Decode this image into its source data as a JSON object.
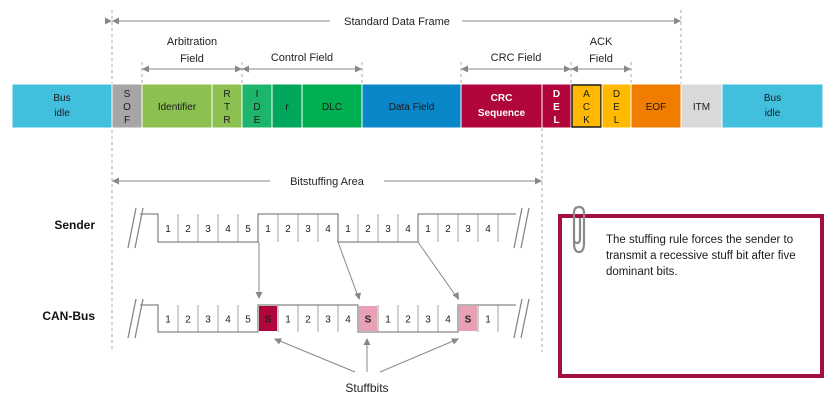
{
  "title": "Standard Data Frame",
  "brackets": {
    "arbitration": "Arbitration Field",
    "control": "Control Field",
    "crc": "CRC Field",
    "ack": "ACK Field",
    "bitstuffing": "Bitstuffing Area"
  },
  "segments": [
    {
      "key": "bus_idle_l",
      "label": "Bus idle",
      "color": "#42bfdd",
      "text_color": "#1a1a1a"
    },
    {
      "key": "sof",
      "label": "SOF",
      "color": "#a6a6a6",
      "text_color": "#1a1a1a"
    },
    {
      "key": "identifier",
      "label": "Identifier",
      "color": "#8cc152",
      "text_color": "#1a1a1a"
    },
    {
      "key": "rtr",
      "label": "RTR",
      "color": "#8cc152",
      "text_color": "#1a1a1a"
    },
    {
      "key": "ide",
      "label": "IDE",
      "color": "#1db46b",
      "text_color": "#1a1a1a"
    },
    {
      "key": "r",
      "label": "r",
      "color": "#00a65a",
      "text_color": "#1a1a1a"
    },
    {
      "key": "dlc",
      "label": "DLC",
      "color": "#00b050",
      "text_color": "#1a1a1a"
    },
    {
      "key": "data",
      "label": "Data Field",
      "color": "#0a87c9",
      "text_color": "#1a1a1a"
    },
    {
      "key": "crc_seq",
      "label": "CRC Sequence",
      "color": "#b0063b",
      "text_color": "#ffffff"
    },
    {
      "key": "crc_del",
      "label": "DEL",
      "color": "#b0063b",
      "text_color": "#ffffff"
    },
    {
      "key": "ack",
      "label": "ACK",
      "color": "#ffb900",
      "text_color": "#1a1a1a"
    },
    {
      "key": "ack_del",
      "label": "DEL",
      "color": "#ffb900",
      "text_color": "#1a1a1a"
    },
    {
      "key": "eof",
      "label": "EOF",
      "color": "#f07d00",
      "text_color": "#1a1a1a"
    },
    {
      "key": "itm",
      "label": "ITM",
      "color": "#d9d9d9",
      "text_color": "#1a1a1a"
    },
    {
      "key": "bus_idle_r",
      "label": "Bus idle",
      "color": "#42bfdd",
      "text_color": "#1a1a1a"
    }
  ],
  "rows": {
    "sender": {
      "label": "Sender",
      "bits": [
        "1",
        "2",
        "3",
        "4",
        "5",
        "1",
        "2",
        "3",
        "4",
        "1",
        "2",
        "3",
        "4",
        "1",
        "2",
        "3",
        "4"
      ]
    },
    "canbus": {
      "label": "CAN-Bus",
      "bits": [
        "1",
        "2",
        "3",
        "4",
        "5",
        "S",
        "1",
        "2",
        "3",
        "4",
        "S",
        "1",
        "2",
        "3",
        "4",
        "S",
        "1"
      ]
    }
  },
  "stuff_label": "S",
  "stuff_color": "#b0063b",
  "stuff_color_light": "#e8a0b4",
  "stuffbits_label": "Stuffbits",
  "note_text": "The stuffing rule forces the sender to transmit a recessive stuff bit after five dominant bits.",
  "accent_color": "#a3103c"
}
